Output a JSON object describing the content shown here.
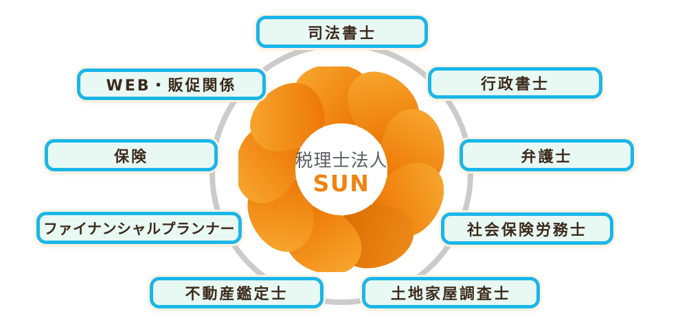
{
  "center": {
    "name": "税理士法人",
    "brand": "SUN"
  },
  "nodes": [
    {
      "id": "judicial-scrivener",
      "label": "司法書士"
    },
    {
      "id": "administrative-scrivener",
      "label": "行政書士"
    },
    {
      "id": "attorney",
      "label": "弁護士"
    },
    {
      "id": "social-insurance-labor-consultant",
      "label": "社会保険労務士"
    },
    {
      "id": "land-house-surveyor",
      "label": "土地家屋調査士"
    },
    {
      "id": "real-estate-appraiser",
      "label": "不動産鑑定士"
    },
    {
      "id": "financial-planner",
      "label": "ファイナンシャルプランナー"
    },
    {
      "id": "insurance",
      "label": "保険"
    },
    {
      "id": "web-promotion",
      "label": "WEB・販促関係"
    }
  ],
  "colors": {
    "node_border_cyan": "#1ab6e8",
    "node_fill_mint": "#e8f8f2",
    "node_text_brown": "#3c2a1b",
    "node_glow_cream": "#fdf3e4",
    "ring_gray": "#cbcbcb",
    "petal_orange_light": "#f8ab32",
    "petal_orange_dark": "#ec7404",
    "petal_accent_dark": "#d96c00",
    "inner_cream": "#f3d8ab",
    "center_name_gray": "#5b5f64",
    "brand_orange": "#f0830f",
    "background": "#ffffff"
  }
}
